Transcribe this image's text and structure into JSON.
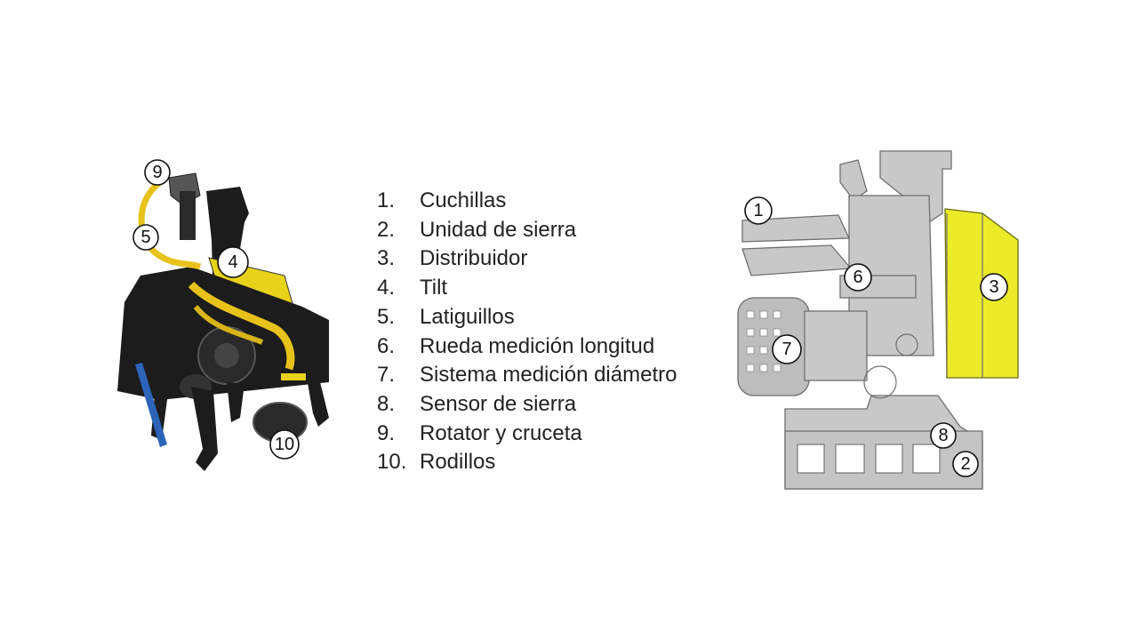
{
  "legend": [
    {
      "num": "1.",
      "label": "Cuchillas"
    },
    {
      "num": "2.",
      "label": "Unidad de sierra"
    },
    {
      "num": "3.",
      "label": "Distribuidor"
    },
    {
      "num": "4.",
      "label": "Tilt"
    },
    {
      "num": "5.",
      "label": "Latiguillos"
    },
    {
      "num": "6.",
      "label": "Rueda medición longitud"
    },
    {
      "num": "7.",
      "label": "Sistema medición diámetro"
    },
    {
      "num": "8.",
      "label": "Sensor de sierra"
    },
    {
      "num": "9.",
      "label": "Rotator y cruceta"
    },
    {
      "num": "10.",
      "label": "Rodillos"
    }
  ],
  "photo_callouts": [
    "9",
    "5",
    "4",
    "10"
  ],
  "schematic_callouts": [
    "1",
    "6",
    "3",
    "7",
    "8",
    "2"
  ],
  "colors": {
    "machine_black": "#1c1c1c",
    "hydraulic_yellow": "#e8c21a",
    "frame_gray": "#c8c8c8",
    "outline_gray": "#777777",
    "distributor_yellow": "#ebeb2a",
    "blade_blue": "#2d63b8"
  },
  "icons": [
    "harvester-head-photo",
    "harvester-head-schematic"
  ]
}
